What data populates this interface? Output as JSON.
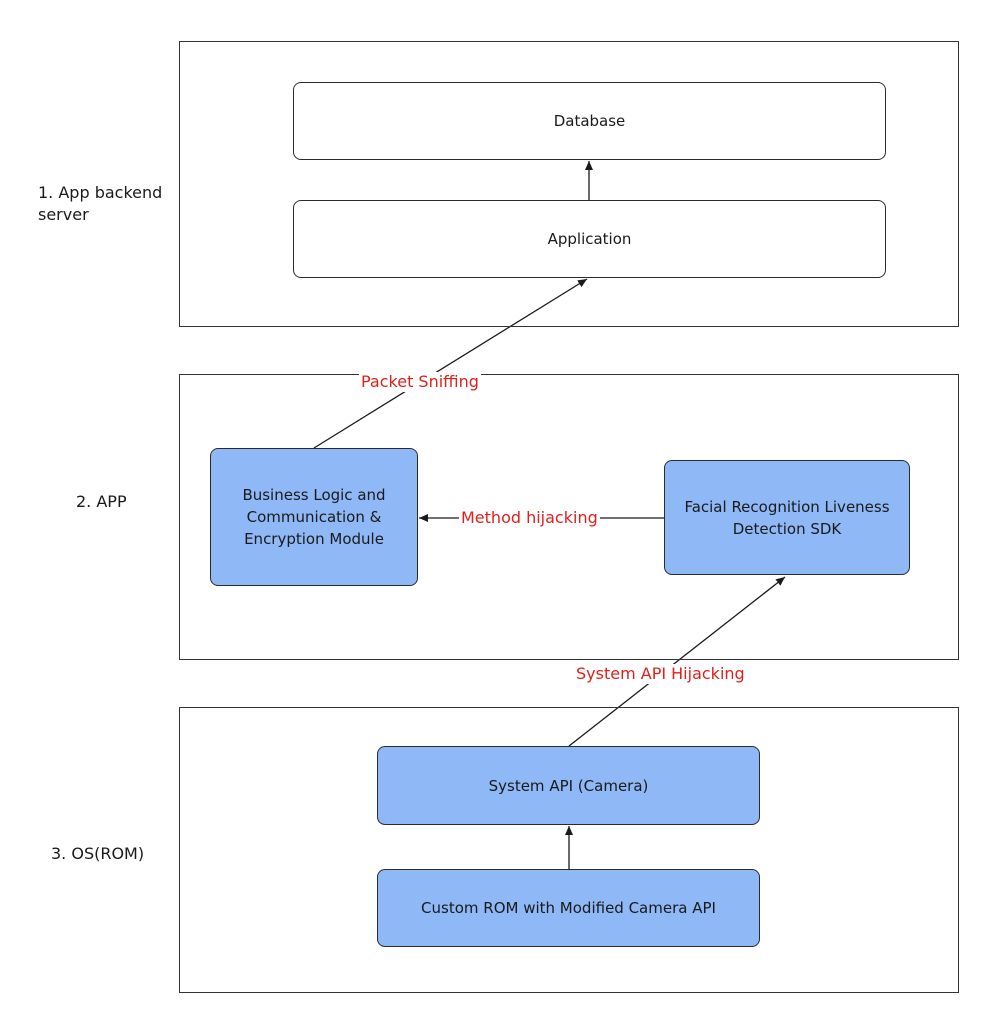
{
  "layers": {
    "backend": {
      "label": "1. App backend server"
    },
    "app": {
      "label": "2. APP"
    },
    "os": {
      "label": "3. OS(ROM)"
    }
  },
  "boxes": {
    "database": "Database",
    "application": "Application",
    "business_logic": "Business Logic and Communication & Encryption Module",
    "facial_sdk": "Facial Recognition Liveness Detection SDK",
    "system_api": "System API (Camera)",
    "custom_rom": "Custom ROM with Modified Camera API"
  },
  "attacks": {
    "packet_sniffing": "Packet Sniffing",
    "method_hijacking": "Method hijacking",
    "system_api_hijacking": "System API Hijacking"
  },
  "colors": {
    "attack_text": "#e0201b",
    "module_fill": "#8fb8f7",
    "line": "#1a1a1a"
  }
}
